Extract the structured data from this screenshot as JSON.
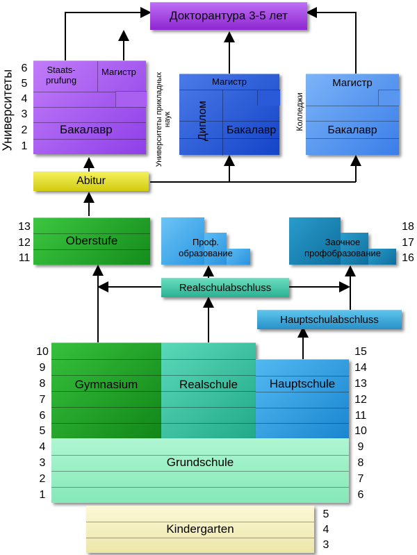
{
  "doctorate": "Докторантура 3-5 лет",
  "universities": {
    "side_label": "Университеты",
    "staatsprufung": "Staats-\nprufung",
    "magister": "Магистр",
    "bachelor": "Бакалавр",
    "years": [
      "6",
      "5",
      "4",
      "3",
      "2",
      "1"
    ]
  },
  "applied": {
    "side_label": "Университеты прикладных наук",
    "magister": "Магистр",
    "diploma": "Диплом",
    "bachelor": "Бакалавр"
  },
  "colleges": {
    "side_label": "Колледжи",
    "magister": "Магистр",
    "bachelor": "Бакалавр"
  },
  "abitur": "Abitur",
  "oberstufe": {
    "label": "Oberstufe",
    "grades": [
      "13",
      "12",
      "11"
    ]
  },
  "prof_education": "Проф.\nобразование",
  "distance_education": {
    "label": "Заочное\nпрофобразование",
    "grades": [
      "18",
      "17",
      "16"
    ]
  },
  "realschulabschluss": "Realschulabschluss",
  "hauptschulabschluss": "Hauptschulabschluss",
  "gymnasium": {
    "label": "Gymnasium",
    "grades": [
      "10",
      "9",
      "8",
      "7",
      "6",
      "5"
    ]
  },
  "realschule": "Realschule",
  "hauptschule": {
    "label": "Hauptschule",
    "grades": [
      "15",
      "14",
      "13",
      "12",
      "11",
      "10"
    ]
  },
  "grundschule": {
    "label": "Grundschule",
    "grades_left": [
      "4",
      "3",
      "2",
      "1"
    ],
    "grades_right": [
      "9",
      "8",
      "7",
      "6"
    ]
  },
  "kindergarten": {
    "label": "Kindergarten",
    "ages": [
      "5",
      "4",
      "3"
    ]
  },
  "colors": {
    "doctorate": "#a43ee0",
    "university": "#a84ef0",
    "applied": "#1c54d8",
    "colleges": "#4a8ef0",
    "abitur": "#e6e218",
    "oberstufe": "#1fa02a",
    "prof": "#36a6ee",
    "distance": "#1683b0",
    "realschulabschluss": "#46c8a8",
    "hauptschulabschluss": "#3aa8d8",
    "gymnasium": "#1a9a20",
    "realschule": "#36c4a0",
    "hauptschule": "#2a9ee0",
    "grundschule": "#9af0c4",
    "kindergarten": "#f6f2c0"
  }
}
